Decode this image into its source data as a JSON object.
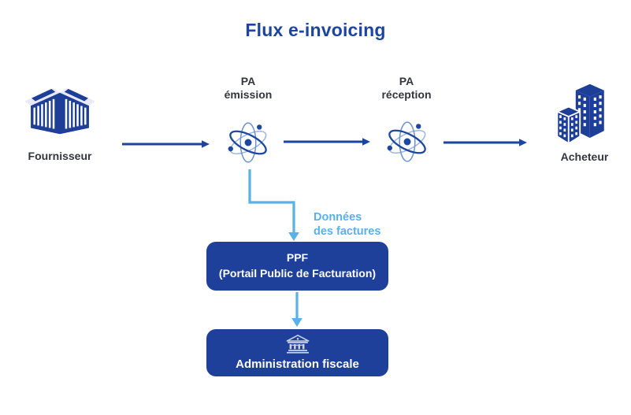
{
  "title": "Flux e-invoicing",
  "colors": {
    "title_blue": "#1c459f",
    "arrow_blue": "#1c459f",
    "box_blue": "#1e409a",
    "light_blue": "#58b1e9",
    "label_dark": "#33363d",
    "icon_blue": "#1e3f97",
    "bank_icon_gray": "#c7d1e0"
  },
  "nodes": {
    "fournisseur": {
      "label": "Fournisseur",
      "icon": "factory-building-icon"
    },
    "pa_emission": {
      "line1": "PA",
      "line2": "émission",
      "icon": "atom-icon"
    },
    "pa_reception": {
      "line1": "PA",
      "line2": "réception",
      "icon": "atom-icon"
    },
    "acheteur": {
      "label": "Acheteur",
      "icon": "office-buildings-icon"
    },
    "ppf": {
      "line1": "PPF",
      "line2": "(Portail Public de Facturation)"
    },
    "administration_fiscale": {
      "label": "Administration fiscale",
      "icon": "bank-icon"
    }
  },
  "annotations": {
    "donnees_factures": {
      "line1": "Données",
      "line2": "des factures"
    }
  },
  "connectors": [
    {
      "name": "arrow-fournisseur-to-pa-emission",
      "type": "arrow",
      "color": "#1c459f"
    },
    {
      "name": "arrow-pa-emission-to-pa-reception",
      "type": "arrow",
      "color": "#1c459f"
    },
    {
      "name": "arrow-pa-reception-to-acheteur",
      "type": "arrow",
      "color": "#1c459f"
    },
    {
      "name": "elbow-pa-emission-to-ppf",
      "type": "elbow-arrow",
      "color": "#58b1e9"
    },
    {
      "name": "arrow-ppf-to-administration-fiscale",
      "type": "arrow",
      "color": "#58b1e9"
    }
  ]
}
